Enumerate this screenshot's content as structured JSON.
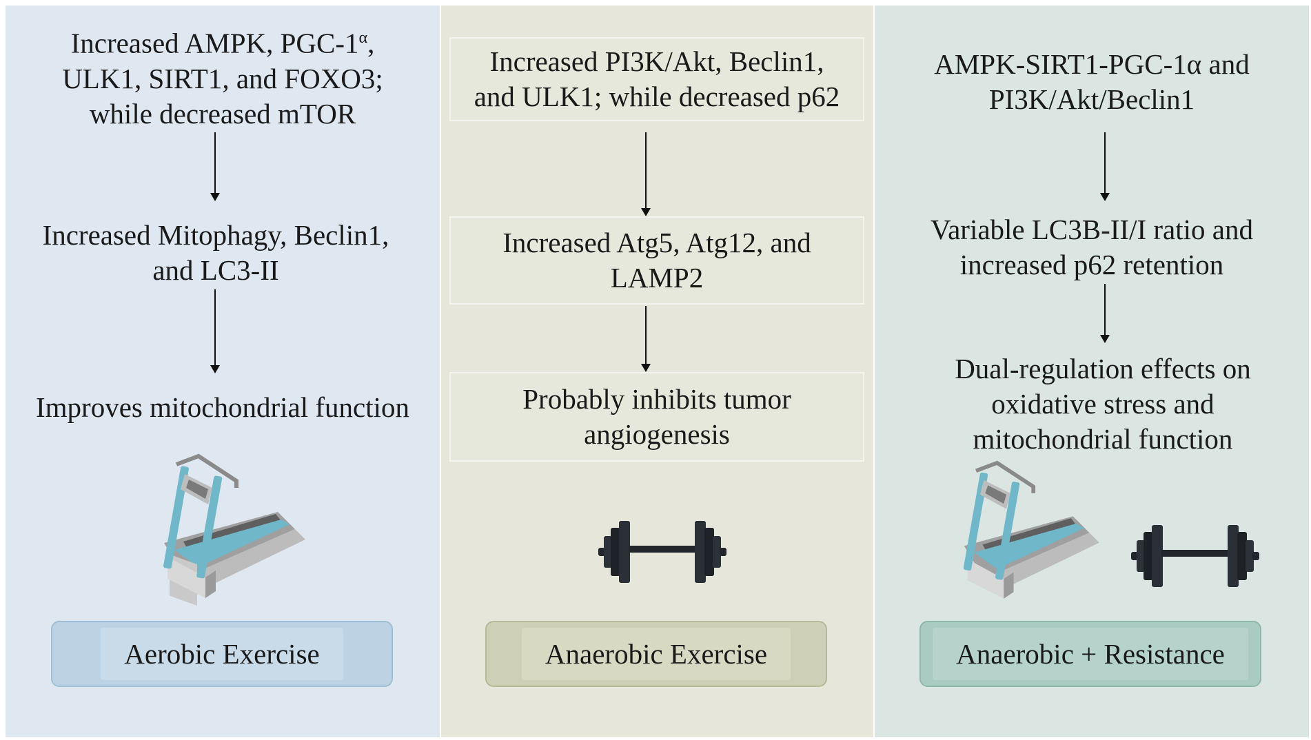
{
  "colors": {
    "panel_aerobic": "#dfe7f0",
    "panel_anaerobic": "#e6e7da",
    "panel_combined": "#dbe6e3",
    "label_aerobic": "#bdd2e2",
    "label_anaerobic": "#cdd0b6",
    "label_combined": "#a9cbc1",
    "treadmill_blue": "#6fb7c9",
    "dumbbell_dark": "#23262b"
  },
  "columns": [
    {
      "steps": [
        "Increased AMPK, PGC-1α, ULK1, SIRT1, and FOXO3; while decreased mTOR",
        "Increased Mitophagy, Beclin1, and LC3-II",
        "Improves mitochondrial function"
      ],
      "step1_line1_pre": "Increased AMPK, PGC-1",
      "step1_line1_sup": "α",
      "step1_line1_post": ",",
      "step1_line2": "ULK1, SIRT1, and FOXO3;",
      "step1_line3": "while decreased mTOR",
      "step2_line1": "Increased Mitophagy, Beclin1,",
      "step2_line2": "and LC3-II",
      "step3_line1": "Improves mitochondrial function",
      "icon": "treadmill-icon",
      "label": "Aerobic Exercise"
    },
    {
      "steps": [
        "Increased PI3K/Akt, Beclin1, and ULK1; while decreased p62",
        "Increased Atg5, Atg12, and LAMP2",
        "Probably inhibits tumor angiogenesis"
      ],
      "step1_line1": "Increased PI3K/Akt, Beclin1,",
      "step1_line2": "and ULK1; while decreased p62",
      "step2_line1": "Increased Atg5, Atg12, and",
      "step2_line2": "LAMP2",
      "step3_line1": "Probably inhibits tumor",
      "step3_line2": "angiogenesis",
      "icon": "dumbbell-icon",
      "label": "Anaerobic Exercise"
    },
    {
      "steps": [
        "AMPK-SIRT1-PGC-1α and PI3K/Akt/Beclin1",
        "Variable LC3B-II/I ratio and increased p62 retention",
        "Dual-regulation effects on oxidative stress and mitochondrial function"
      ],
      "step1_line1": "AMPK-SIRT1-PGC-1α and",
      "step1_line2": "PI3K/Akt/Beclin1",
      "step2_line1": "Variable LC3B-II/I ratio and",
      "step2_line2": "increased p62 retention",
      "step3_line1": "Dual-regulation effects on",
      "step3_line2": "oxidative stress and",
      "step3_line3": "mitochondrial function",
      "icons": [
        "treadmill-icon",
        "dumbbell-icon"
      ],
      "label": "Anaerobic + Resistance"
    }
  ]
}
